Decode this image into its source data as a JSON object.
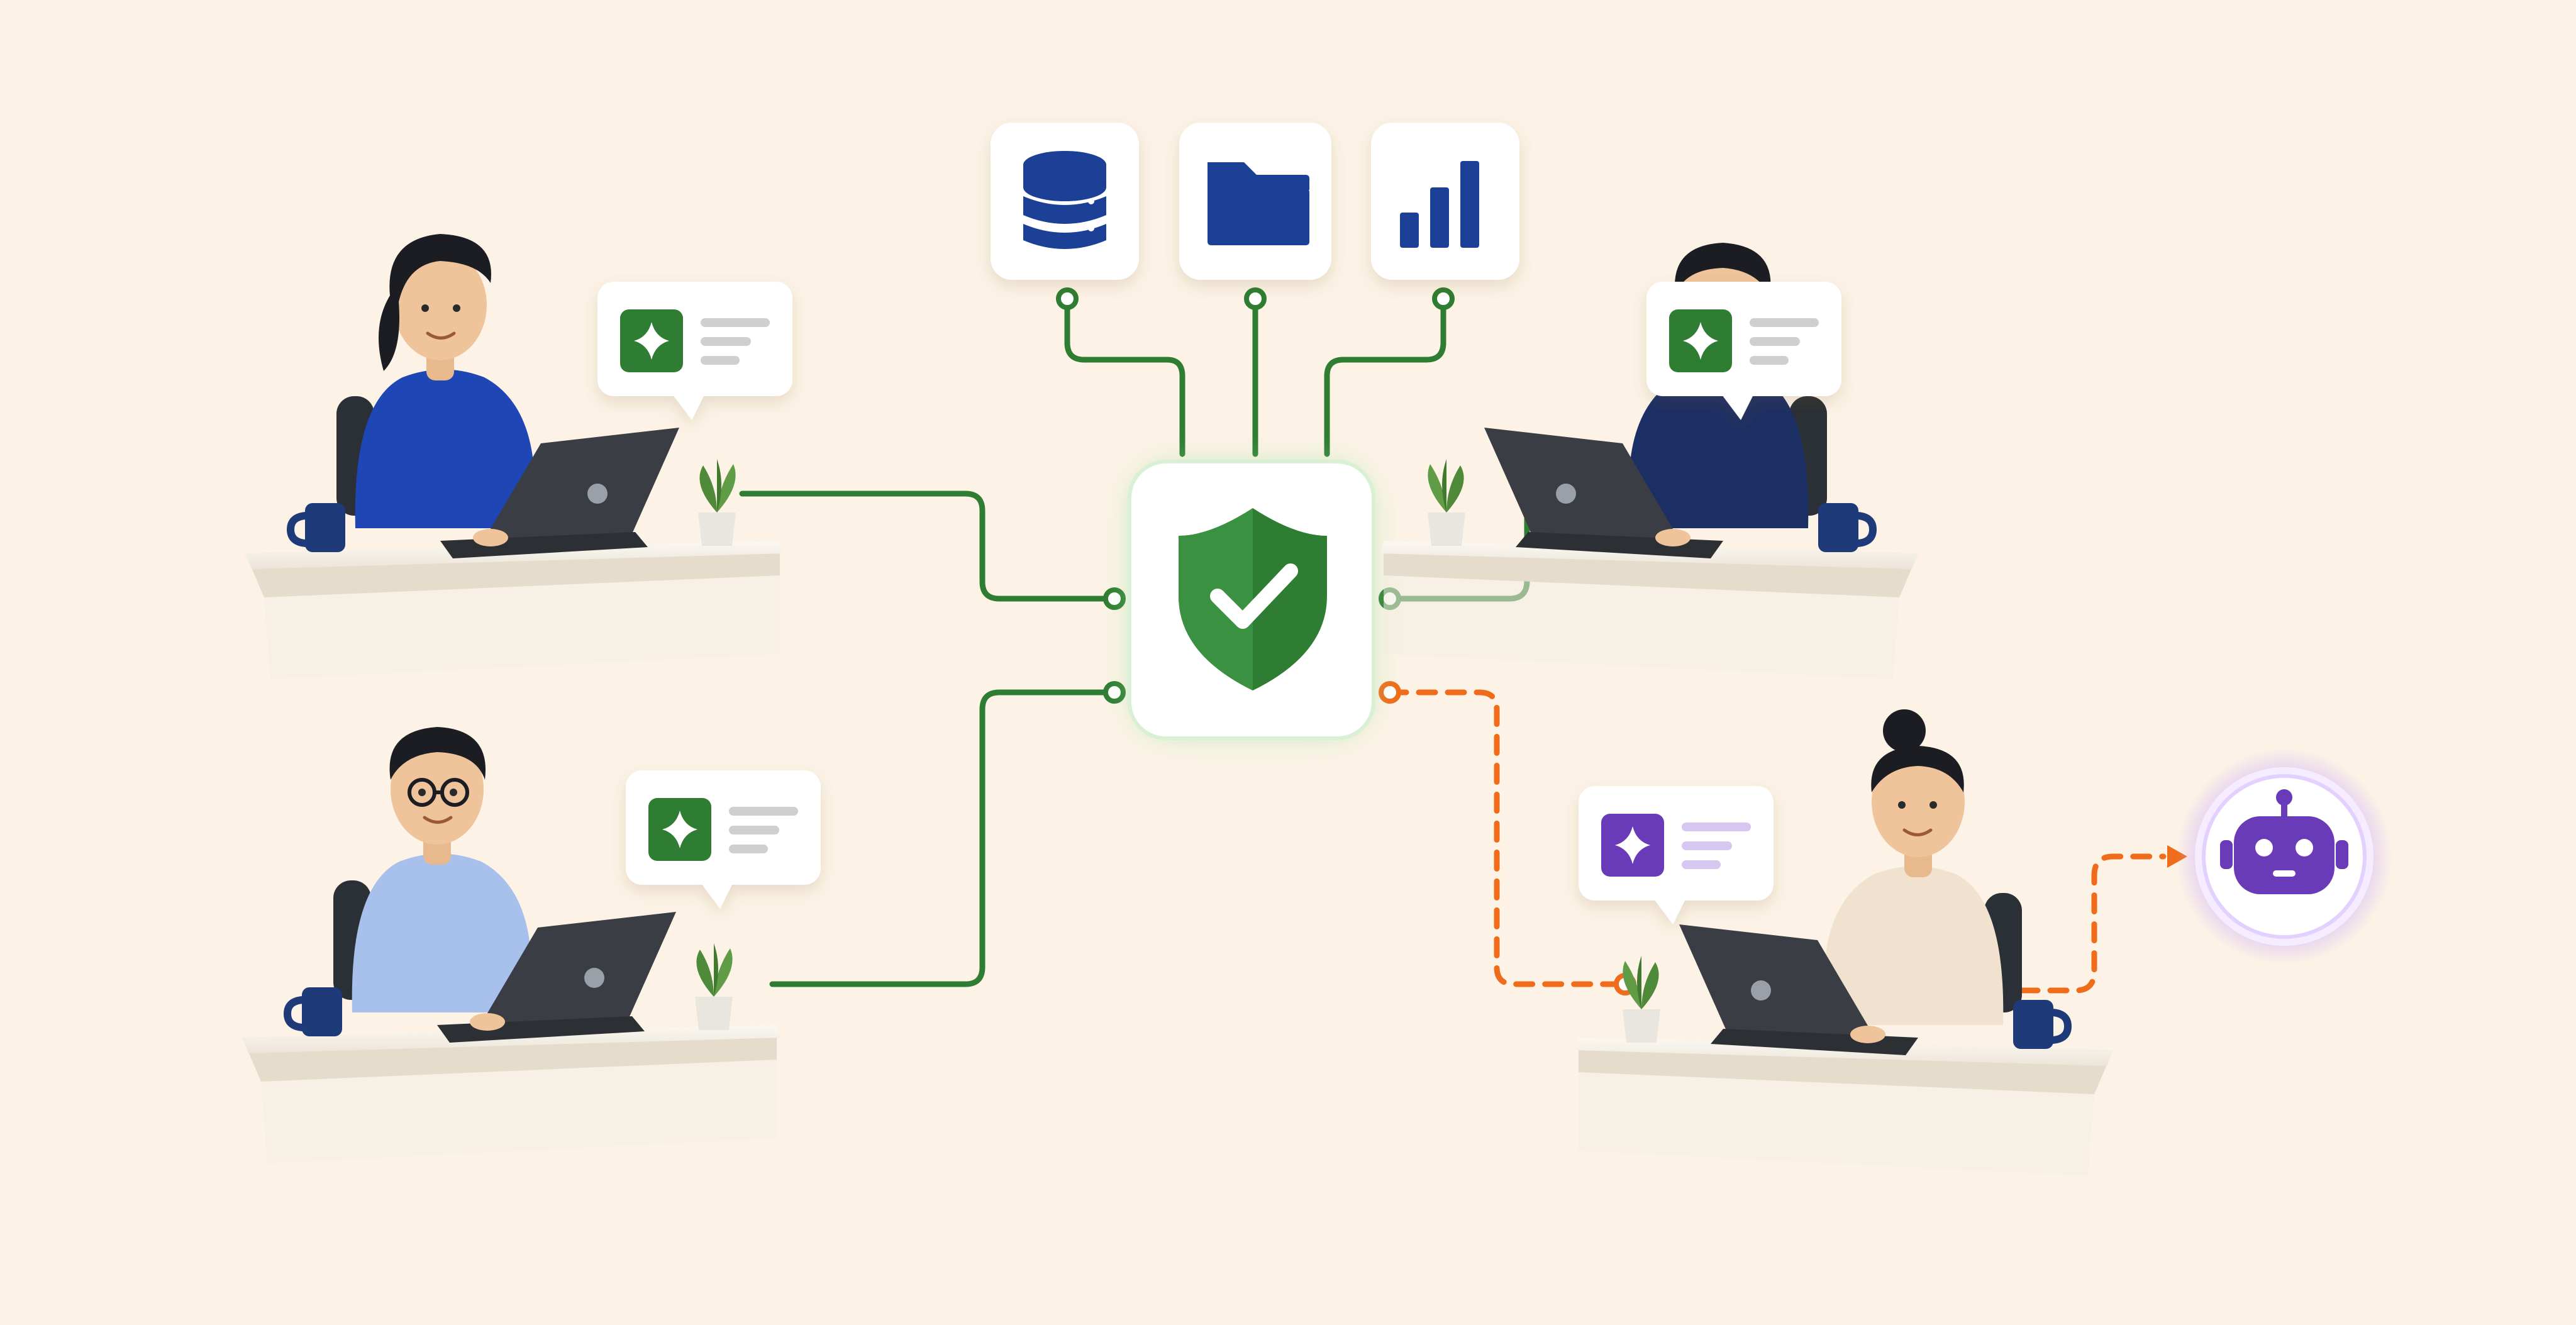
{
  "colors": {
    "background": "#fcf3e6",
    "governed_line": "#2e7d32",
    "shadow_line": "#ef6c1a",
    "resource_icon": "#1d3f95",
    "shield": "#2e7d32",
    "ai_green": "#2e7d32",
    "ai_purple": "#6a3bb8",
    "external_ai": "#6a3bb8"
  },
  "resources": [
    {
      "icon": "database-icon"
    },
    {
      "icon": "folder-icon"
    },
    {
      "icon": "bar-chart-icon"
    }
  ],
  "hub": {
    "icon": "shield-check-icon"
  },
  "workers": [
    {
      "position": "top-left",
      "shirt": "#1e46b4",
      "ai_assistant": "approved"
    },
    {
      "position": "bottom-left",
      "shirt": "#a8c1ec",
      "ai_assistant": "approved"
    },
    {
      "position": "top-right",
      "shirt": "#1c2f64",
      "ai_assistant": "approved"
    },
    {
      "position": "bottom-right",
      "shirt": "#f1e2cf",
      "ai_assistant": "unapproved"
    }
  ],
  "external_service": {
    "icon": "robot-icon"
  }
}
